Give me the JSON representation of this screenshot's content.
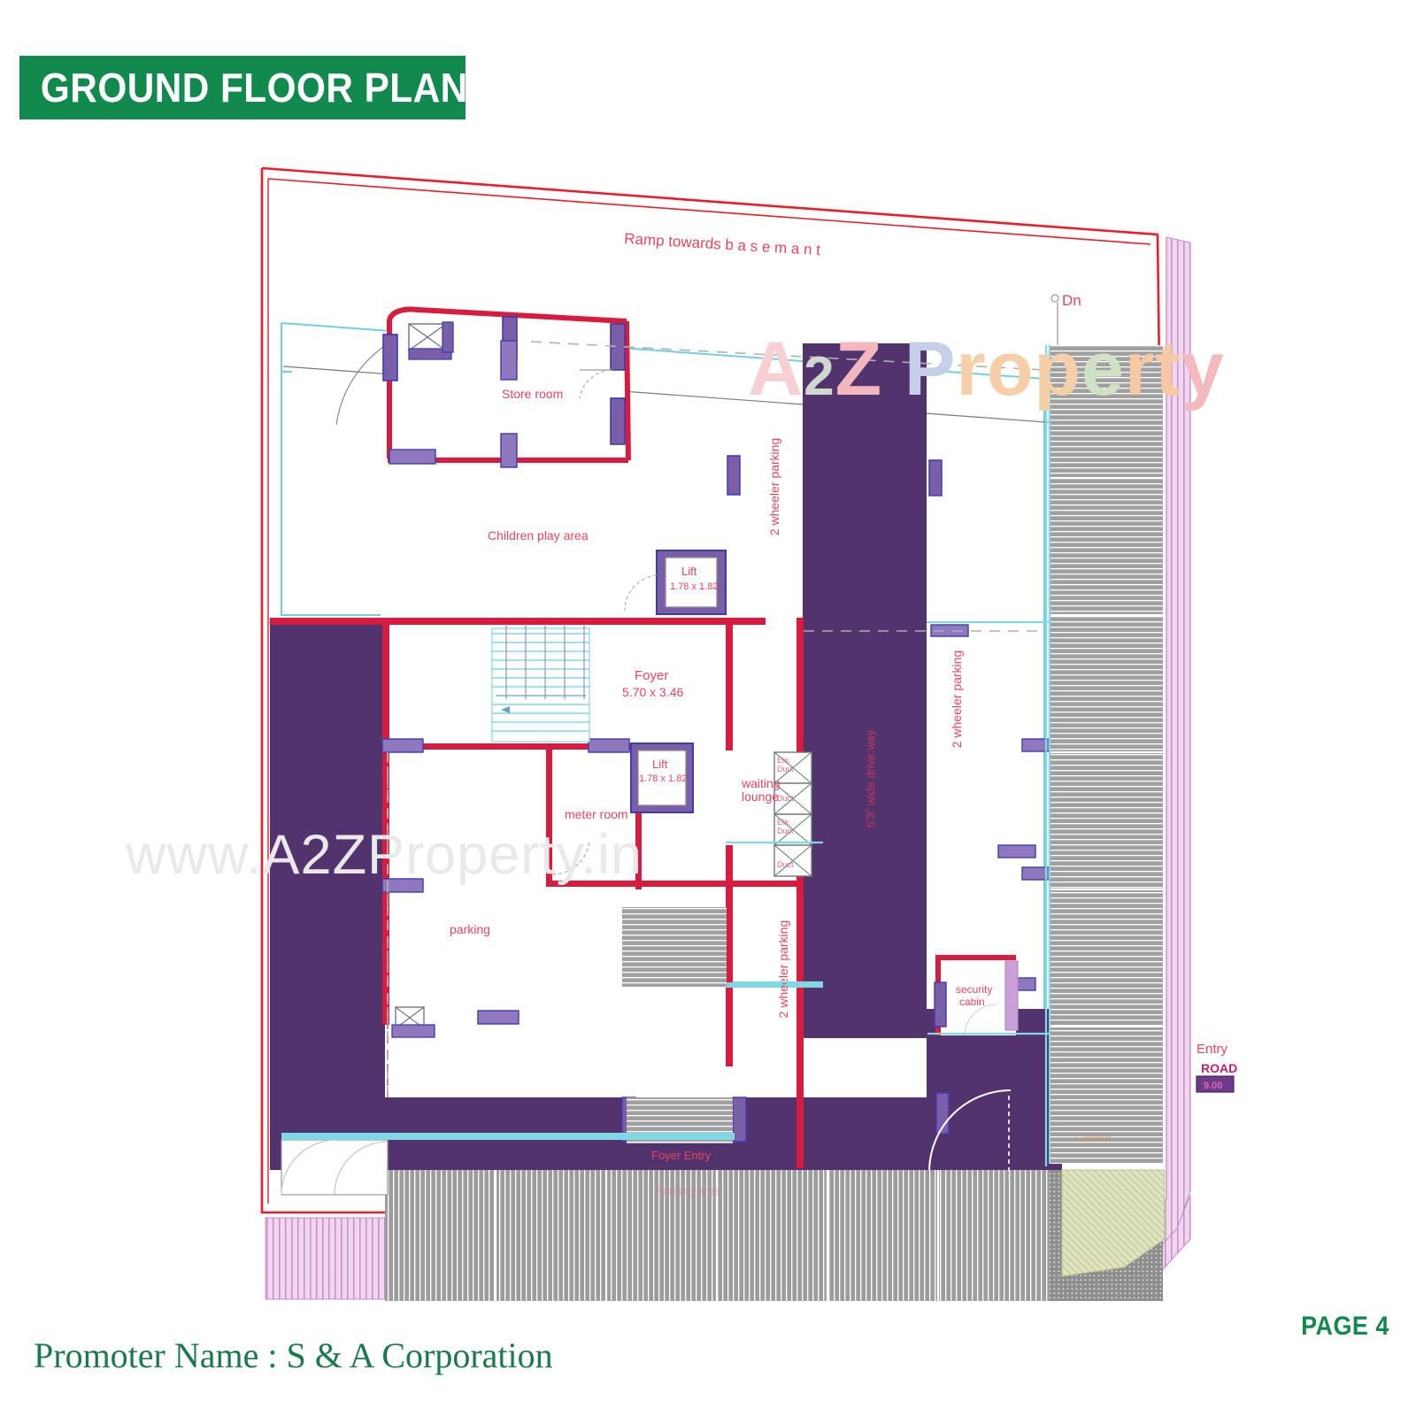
{
  "header": {
    "title": "GROUND FLOOR PLAN",
    "banner_color": "#128a4e"
  },
  "footer": {
    "promoter": "Promoter Name : S & A Corporation",
    "page_label": "PAGE 4",
    "text_color": "#1a7a4e"
  },
  "watermarks": {
    "url": "www.A2ZProperty.in",
    "logo_a": "A",
    "logo_two": "2",
    "logo_z": "Z",
    "logo_p": "P",
    "logo_rop": "rop",
    "logo_e": "e",
    "logo_rt": "rt",
    "logo_y": "y"
  },
  "plan": {
    "colors": {
      "wall_red": "#d81c3f",
      "column_purple": "#7b5ea8",
      "fill_purple": "#53336e",
      "cyan": "#7fd8e3",
      "label_red": "#e8455f",
      "hatch_gray": "#9a9a9a",
      "road_pink": "#d9a6d9",
      "outline_red": "#ee1c2a"
    },
    "labels": {
      "ramp": "Ramp  towards    b a s e m a n t",
      "dn": "Dn",
      "store_room": "Store room",
      "children_play_area": "Children play area",
      "lift_top_name": "Lift",
      "lift_top_dim": "1.78 x 1.82",
      "lift_mid_name": "Lift",
      "lift_mid_dim": "1.78 x 1.82",
      "foyer_name": "Foyer",
      "foyer_dim": "5.70 x 3.46",
      "meter_room": "meter room",
      "parking": "parking",
      "waiting_lounge_1": "waiting",
      "waiting_lounge_2": "lounge",
      "two_wheeler_parking_a": "2 wheeler parking",
      "two_wheeler_parking_b": "2 wheeler parking",
      "two_wheeler_parking_c": "2 wheeler parking",
      "drive_way": "6'3\" wide drive way",
      "security_cabin_1": "security",
      "security_cabin_2": "cabin",
      "foyer_entry": "Foyer Entry",
      "parking_area": "Parking area",
      "entry": "Entry",
      "road": "ROAD",
      "road_badge": "9.00",
      "garden": "Garden",
      "parking_side": "Parking area",
      "duct_1": "Ele. Duct",
      "duct_2": "Duct",
      "duct_3": "Ele. Duct",
      "duct_4": "Duct"
    }
  }
}
